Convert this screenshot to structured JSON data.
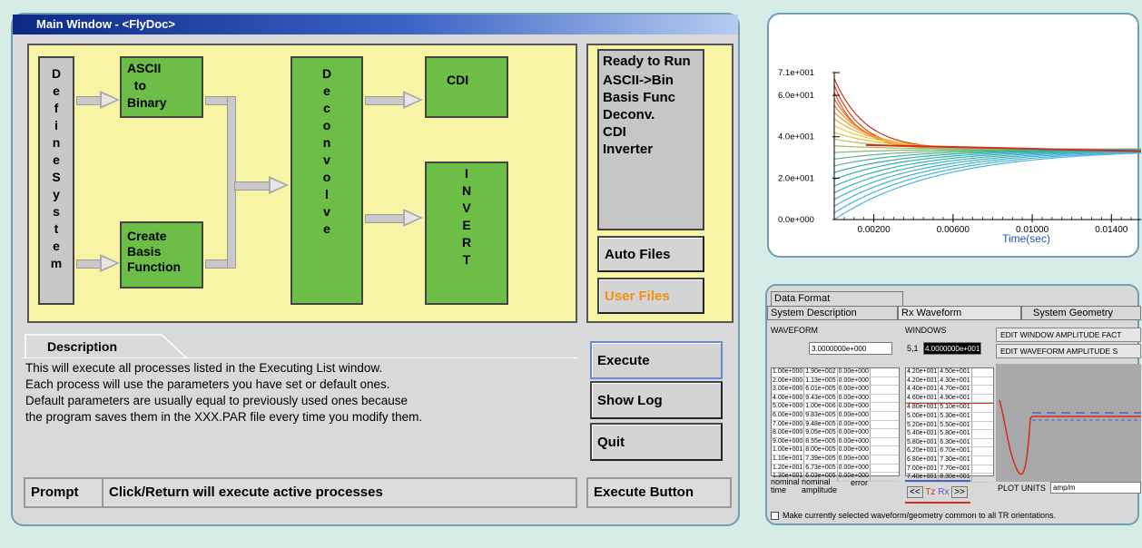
{
  "main": {
    "title": "Main Window - <FlyDoc>",
    "flow": {
      "define_system": "D\ne\nf\ni\nn\ne\nS\ny\ns\nt\ne\nm",
      "ascii_to_binary": "ASCII\n  to\nBinary",
      "create_basis": "Create\nBasis\nFunction",
      "deconvolve": "D\ne\nc\no\nn\nv\no\nl\nv\ne",
      "cdi": "CDI",
      "invert": "I\nN\nV\nE\nR\nT"
    },
    "ready": {
      "title": "Ready to Run",
      "items": [
        "ASCII->Bin",
        "Basis Func",
        "Deconv.",
        "CDI",
        "Inverter"
      ],
      "auto_files": "Auto Files",
      "user_files": "User Files"
    },
    "description": {
      "tab": "Description",
      "lines": [
        "This will execute all processes listed in the Executing List window.",
        "Each process will use the parameters you have set or default ones.",
        "Default parameters are usually equal to previously used ones because",
        "the program saves them in the XXX.PAR file every time you modify them."
      ]
    },
    "buttons": {
      "execute": "Execute",
      "show_log": "Show Log",
      "quit": "Quit"
    },
    "prompt": {
      "label": "Prompt",
      "text": "Click/Return will execute active processes",
      "hint": "Execute Button"
    }
  },
  "chart_data": {
    "type": "line",
    "xlabel": "Time(sec)",
    "ylabel": "",
    "xlim": [
      0,
      0.0155
    ],
    "ylim": [
      0,
      71
    ],
    "x_ticks": [
      "0.00200",
      "0.00600",
      "0.01000",
      "0.01400"
    ],
    "y_ticks": [
      "7.1e+001",
      "6.0e+001",
      "4.0e+001",
      "2.0e+001",
      "0.0e+000"
    ],
    "x_tick_values": [
      0.002,
      0.006,
      0.01,
      0.014
    ],
    "y_tick_values": [
      71,
      60,
      40,
      20,
      0
    ],
    "converge_value": 34,
    "series_count": 22,
    "colors": [
      "#d62a1a",
      "#f6c53a",
      "#2fae9f",
      "#4fb3e6"
    ]
  },
  "rx": {
    "tabs": {
      "data_format": "Data Format",
      "system_description": "System Description",
      "rx_waveform": "Rx Waveform",
      "system_geometry": "System Geometry"
    },
    "waveform_label": "WAVEFORM",
    "windows_label": "WINDOWS",
    "waveform_value": "3.0000000e+000",
    "windows_index": "5,1",
    "windows_value": "4.0000000e+001",
    "edit_window_btn": "EDIT WINDOW AMPLITUDE FACT",
    "edit_waveform_btn": "EDIT WAVEFORM AMPLITUDE S",
    "waveform_rows": [
      [
        "1.00e+000",
        "1.90e+002",
        "0.00e+000"
      ],
      [
        "2.00e+000",
        "1.13e+005",
        "0.00e+000"
      ],
      [
        "3.00e+000",
        "6.01e+005",
        "0.00e+000"
      ],
      [
        "4.00e+000",
        "9.43e+005",
        "0.00e+000"
      ],
      [
        "5.00e+000",
        "1.00e+006",
        "0.00e+000"
      ],
      [
        "6.00e+000",
        "9.83e+005",
        "0.00e+000"
      ],
      [
        "7.00e+000",
        "9.48e+005",
        "0.00e+000"
      ],
      [
        "8.00e+000",
        "9.05e+005",
        "0.00e+000"
      ],
      [
        "9.00e+000",
        "8.55e+005",
        "0.00e+000"
      ],
      [
        "1.00e+001",
        "8.00e+005",
        "0.00e+000"
      ],
      [
        "1.10e+001",
        "7.39e+005",
        "0.00e+000"
      ],
      [
        "1.20e+001",
        "6.73e+005",
        "0.00e+000"
      ],
      [
        "1.30e+001",
        "6.03e+005",
        "0.00e+000"
      ]
    ],
    "windows_rows": [
      [
        "4.20e+001",
        "4.50e+001"
      ],
      [
        "4.20e+001",
        "4.30e+001"
      ],
      [
        "4.40e+001",
        "4.70e+001"
      ],
      [
        "4.60e+001",
        "4.90e+001"
      ],
      [
        "4.80e+001",
        "5.10e+001"
      ],
      [
        "5.00e+001",
        "5.30e+001"
      ],
      [
        "5.20e+001",
        "5.50e+001"
      ],
      [
        "5.40e+001",
        "5.80e+001"
      ],
      [
        "5.80e+001",
        "6.30e+001"
      ],
      [
        "6.20e+001",
        "6.70e+001"
      ],
      [
        "6.80e+001",
        "7.30e+001"
      ],
      [
        "7.00e+001",
        "7.70e+001"
      ],
      [
        "7.40e+001",
        "8.30e+001"
      ]
    ],
    "col_nominal_time": "nominal\ntime",
    "col_nominal_amplitude": "nominal\namplitude",
    "col_error": "error",
    "nav_prev": "<<",
    "nav_tz": "Tz",
    "nav_rx": "Rx",
    "nav_next": ">>",
    "plot_units_label": "PLOT UNITS",
    "plot_units_value": "amp/m",
    "common_checkbox": "Make currently selected waveform/geometry common to all TR orientations."
  }
}
